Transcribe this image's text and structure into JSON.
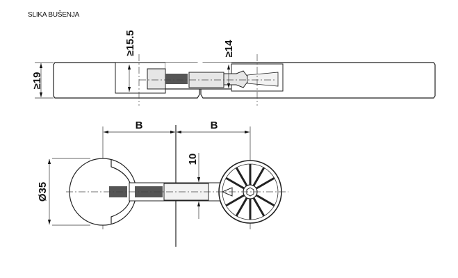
{
  "title": "SLIKA BUŠENJA",
  "dimensions": {
    "board_thickness": "≥19",
    "hole_depth_left": "≥15.5",
    "hole_depth_right": "≥14",
    "spacing_left": "B",
    "spacing_right": "B",
    "bolt_diameter": "10",
    "cam_diameter": "Ø35"
  },
  "colors": {
    "line": "#222222",
    "fill": "#e6e6e6",
    "bolt": "#555555"
  }
}
